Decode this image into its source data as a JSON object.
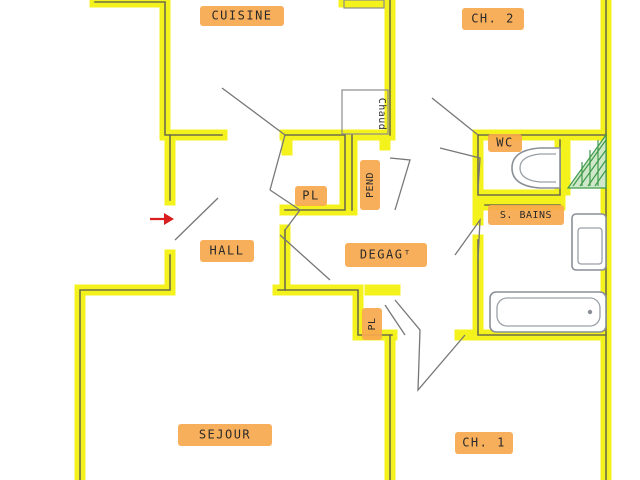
{
  "rooms": {
    "cuisine": "CUISINE",
    "ch2": "CH. 2",
    "wc": "WC",
    "s_bains": "S. BAINS",
    "hall": "HALL",
    "degagement": "DEGAGᵀ",
    "pl_hall": "PL",
    "pl_degag": "PL",
    "penderie": "PEND",
    "chaudiere": "Chaud",
    "sejour": "SEJOUR",
    "ch1": "CH. 1"
  },
  "colors": {
    "wall_highlight": "#f4f21c",
    "label_marker": "#f7a84d",
    "entry_arrow": "#d81e1e",
    "tile_hatch": "#3f9a4b"
  },
  "icons": {
    "entry": "entry-arrow-icon"
  }
}
